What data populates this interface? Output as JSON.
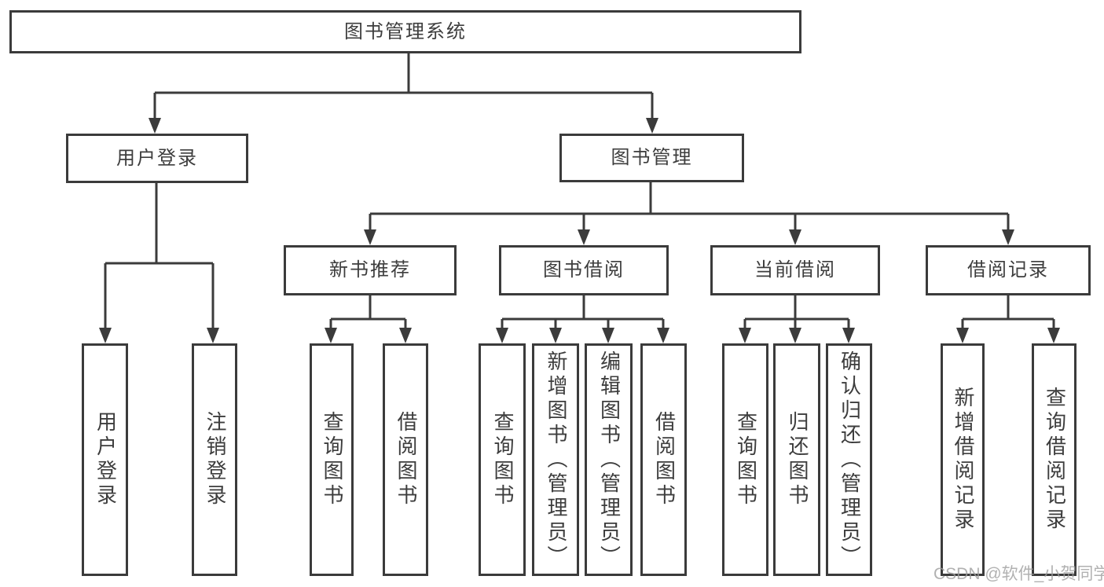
{
  "diagram": {
    "type": "hierarchy-diagram",
    "colors": {
      "line": "#3b3b3b",
      "box_border": "#3b3b3b",
      "text": "#3d3d3d",
      "background": "#ffffff",
      "watermark": "#9e9e9e"
    },
    "tree": {
      "root": {
        "label": "图书管理系统",
        "children": [
          {
            "label": "用户登录",
            "children": [
              {
                "label": "用户登录"
              },
              {
                "label": "注销登录"
              }
            ]
          },
          {
            "label": "图书管理",
            "children": [
              {
                "label": "新书推荐",
                "children": [
                  {
                    "label": "查询图书"
                  },
                  {
                    "label": "借阅图书"
                  }
                ]
              },
              {
                "label": "图书借阅",
                "children": [
                  {
                    "label": "查询图书"
                  },
                  {
                    "label": "新增图书（管理员）"
                  },
                  {
                    "label": "编辑图书（管理员）"
                  },
                  {
                    "label": "借阅图书"
                  }
                ]
              },
              {
                "label": "当前借阅",
                "children": [
                  {
                    "label": "查询图书"
                  },
                  {
                    "label": "归还图书"
                  },
                  {
                    "label": "确认归还（管理员）"
                  }
                ]
              },
              {
                "label": "借阅记录",
                "children": [
                  {
                    "label": "新增借阅记录"
                  },
                  {
                    "label": "查询借阅记录"
                  }
                ]
              }
            ]
          }
        ]
      }
    }
  },
  "watermark": {
    "text": "CSDN @软件_小贺同学"
  }
}
